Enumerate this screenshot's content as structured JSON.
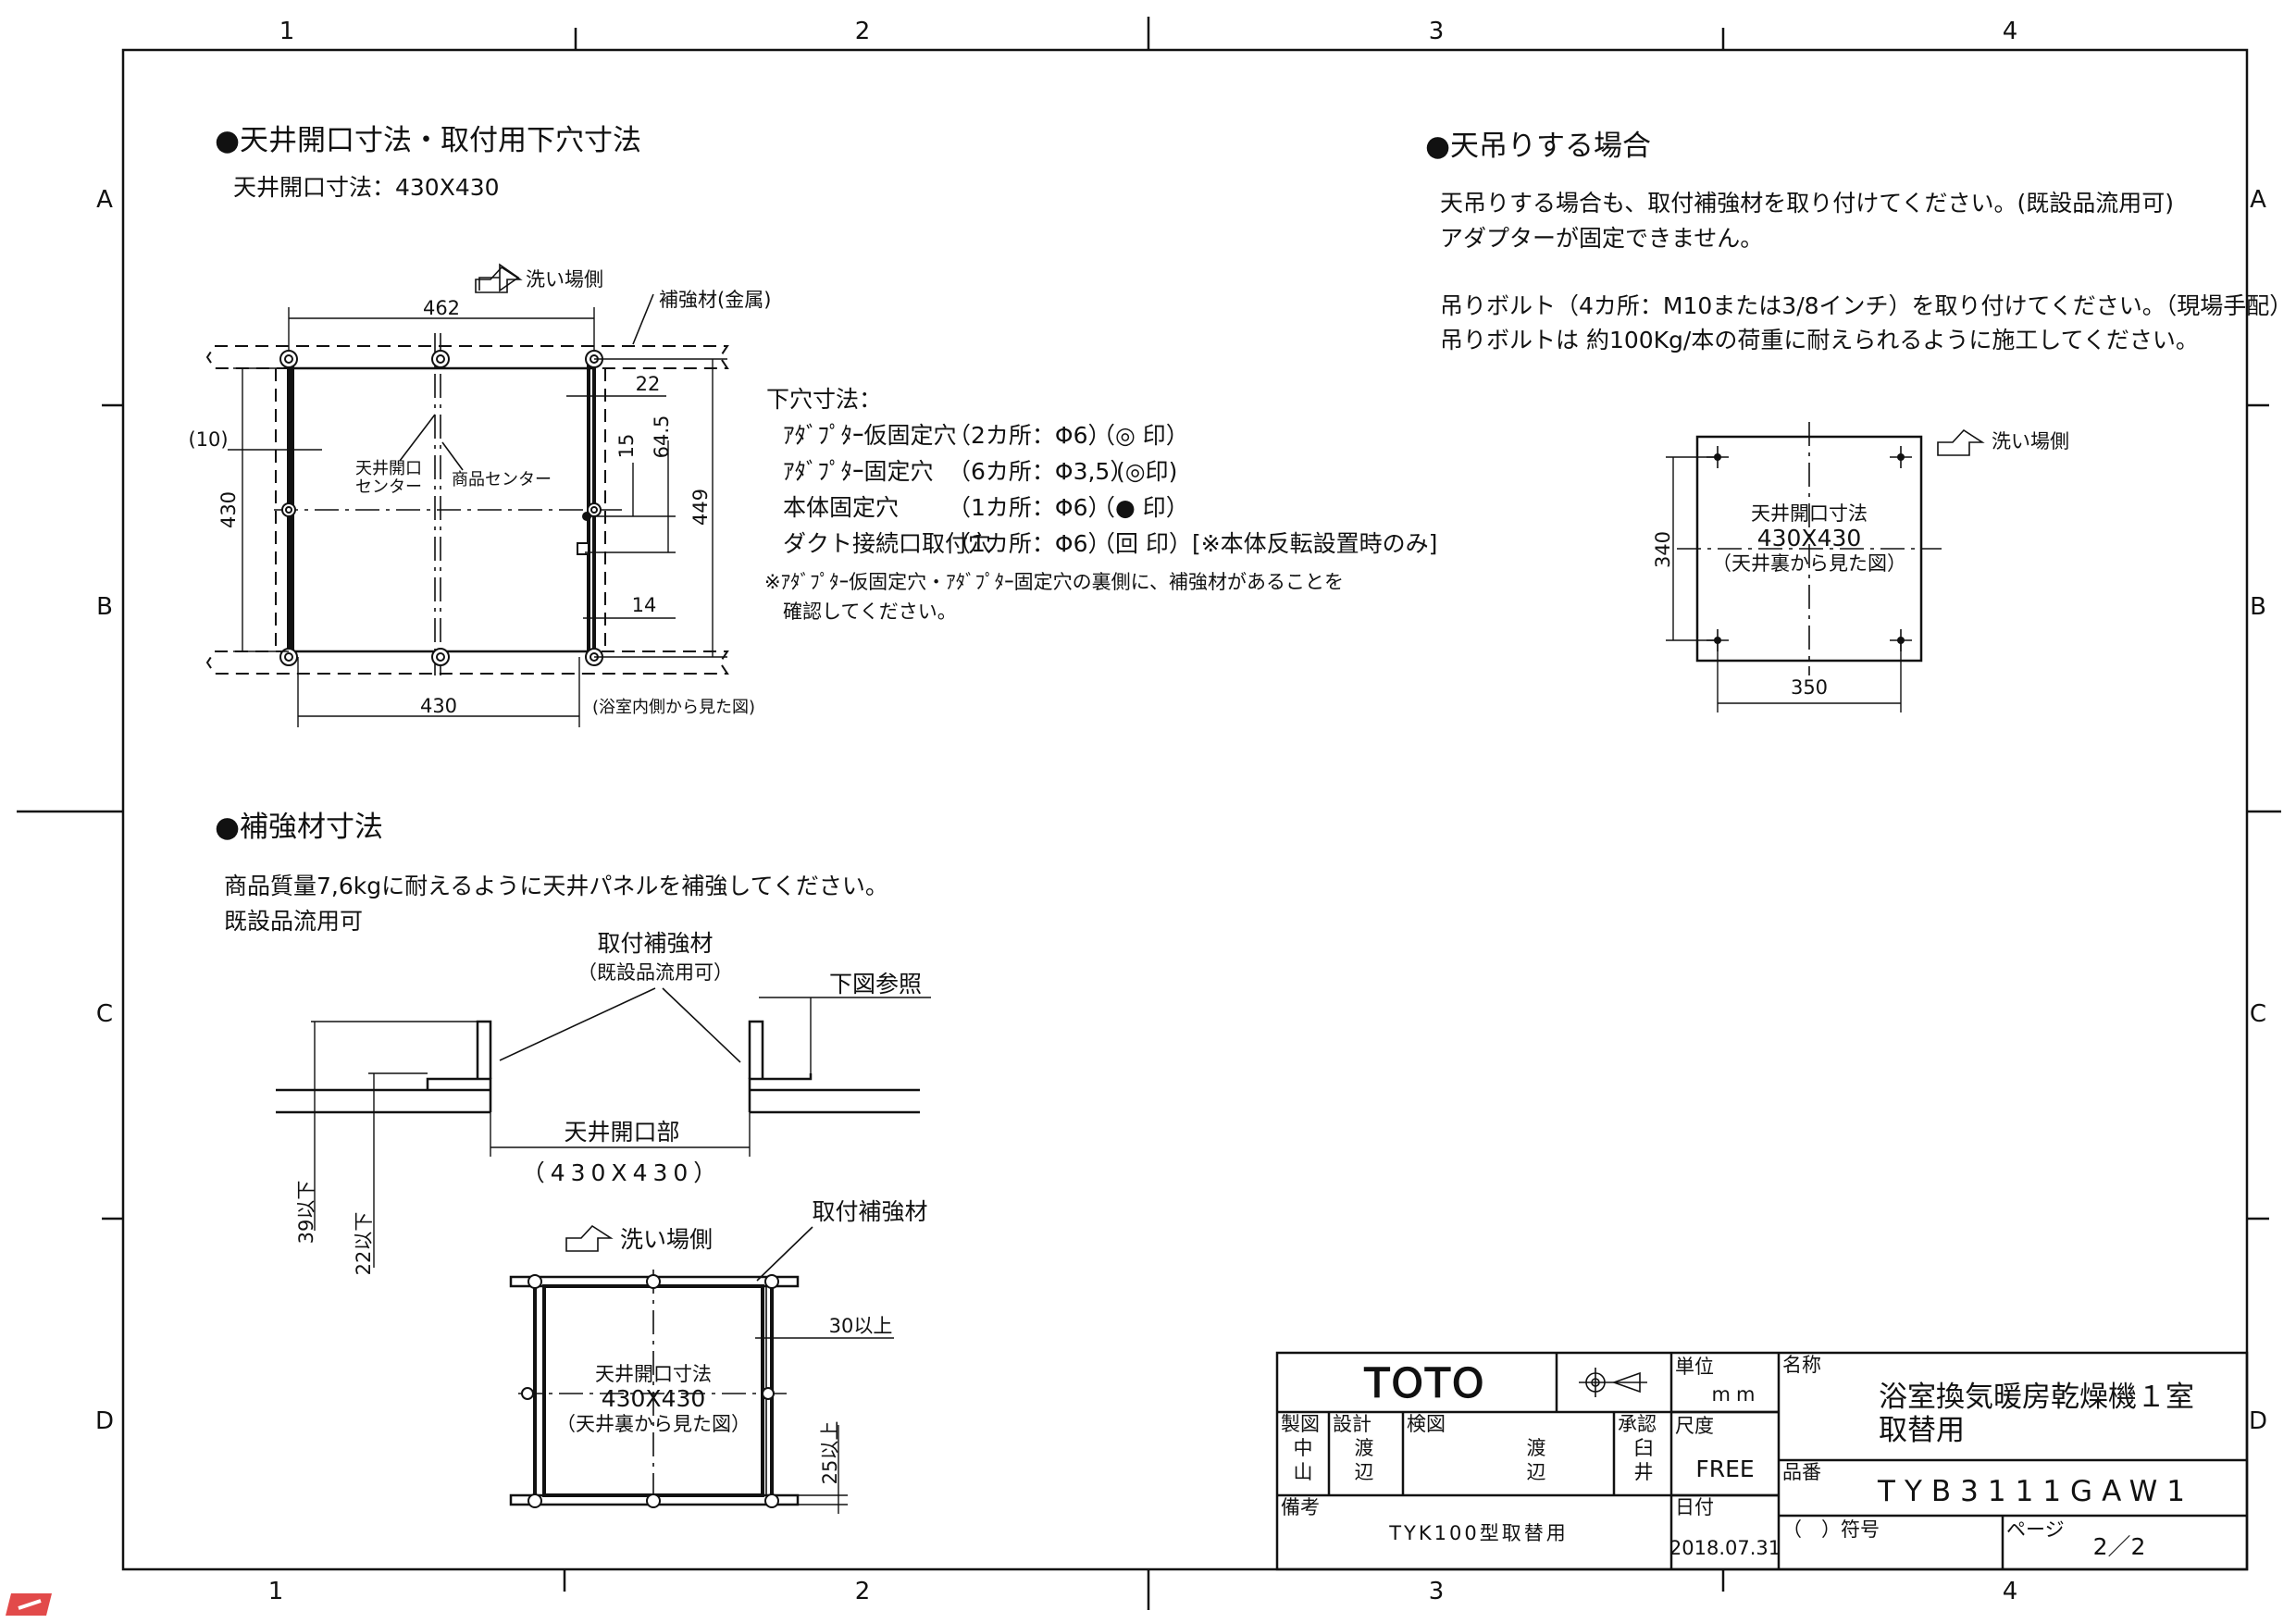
{
  "grid": {
    "cols": [
      "1",
      "2",
      "3",
      "4"
    ],
    "rows": [
      "A",
      "B",
      "C",
      "D"
    ]
  },
  "sec1": {
    "title": "●天井開口寸法・取付用下穴寸法",
    "opening": "天井開口寸法：430X430",
    "wash_side": "洗い場側",
    "reinforce": "補強材(金属)",
    "dim_462": "462",
    "dim_22": "22",
    "dim_15": "15",
    "dim_645": "64.5",
    "dim_10": "(10)",
    "dim_430v": "430",
    "dim_449": "449",
    "dim_14": "14",
    "dim_430h": "430",
    "opening_center_1": "天井開口",
    "opening_center_2": "センター",
    "product_center": "商品センター",
    "view_note": "(浴室内側から見た図)"
  },
  "holes": {
    "title": "下穴寸法：",
    "rows": [
      {
        "name": "ｱﾀﾞﾌﾟﾀｰ仮固定穴",
        "spec": "（2カ所：Φ6）",
        "mark": "（◎ 印）"
      },
      {
        "name": "ｱﾀﾞﾌﾟﾀｰ固定穴",
        "spec": "（6カ所：Φ3,5）",
        "mark": "(◎印)"
      },
      {
        "name": "本体固定穴",
        "spec": "（1カ所：Φ6）",
        "mark": "（● 印）"
      },
      {
        "name": "ダクト接続口取付穴",
        "spec": "（1カ所：Φ6）",
        "mark": "（回 印）[※本体反転設置時のみ]"
      }
    ],
    "note1": "※ｱﾀﾞﾌﾟﾀｰ仮固定穴・ｱﾀﾞﾌﾟﾀｰ固定穴の裏側に、補強材があることを",
    "note2": "確認してください。"
  },
  "sec2": {
    "title": "●天吊りする場合",
    "p1": "天吊りする場合も、取付補強材を取り付けてください。(既設品流用可)",
    "p2": "アダプターが固定できません。",
    "p3": "吊りボルト（4カ所：M10または3/8インチ）を取り付けてください。（現場手配）",
    "p4": "吊りボルトは 約100Kg/本の荷重に耐えられるように施工してください。",
    "wash_side": "洗い場側",
    "label1": "天井開口寸法",
    "label2": "430X430",
    "label3": "（天井裏から見た図）",
    "dim_340": "340",
    "dim_350": "350"
  },
  "sec3": {
    "title": "●補強材寸法",
    "p1": "商品質量7,6kgに耐えるように天井パネルを補強してください。",
    "p2": "既設品流用可",
    "reinforce_1": "取付補強材",
    "reinforce_2": "（既設品流用可）",
    "ref": "下図参照",
    "open_part": "天井開口部",
    "open_size": "（430X430）",
    "dim_39": "39以下",
    "dim_22": "22以下",
    "wash_side": "洗い場側",
    "reinforce_3": "取付補強材",
    "dim_30": "30以上",
    "dim_25": "25以上",
    "label1": "天井開口寸法",
    "label2": "430X430",
    "label3": "（天井裏から見た図）"
  },
  "title_block": {
    "logo": "TOTO",
    "unit_label": "単位",
    "unit": "mm",
    "name_label": "名称",
    "name1": "浴室換気暖房乾燥機１室",
    "name2": "取替用",
    "made_label": "製図",
    "made_name": [
      "中",
      "山"
    ],
    "design_label": "設計",
    "design_name": [
      "渡",
      "辺"
    ],
    "check_label": "検図",
    "check_name": [
      "渡",
      "辺"
    ],
    "approve_label": "承認",
    "approve_name": [
      "臼",
      "井"
    ],
    "scale_label": "尺度",
    "scale": "FREE",
    "part_label": "品番",
    "part": "TYB3111GAW1",
    "remark_label": "備考",
    "remark": "TYK100型取替用",
    "date_label": "日付",
    "date": "2018.07.31",
    "symbol": "（　）符号",
    "page_label": "ページ",
    "page": "2／2"
  }
}
